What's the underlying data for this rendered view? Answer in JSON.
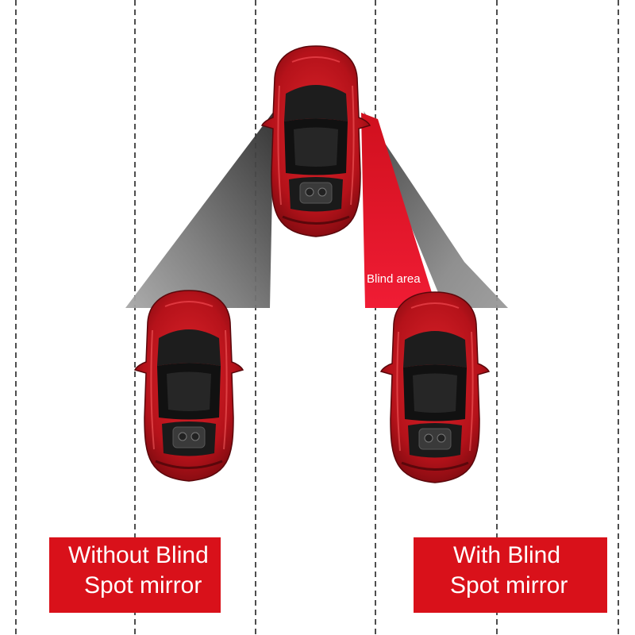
{
  "blind_label": "Blind area",
  "captions": {
    "without": {
      "line1": "Without Blind",
      "line2": "Spot mirror"
    },
    "with": {
      "line1": "With Blind",
      "line2": "Spot mirror"
    }
  },
  "colors": {
    "car_body": "#c8141c",
    "blind_area": "#e5152a",
    "mirror_view": "#8a8a8a",
    "caption_bg": "#d9111a",
    "lane_line": "#222222"
  },
  "icons": [
    "car-icon"
  ]
}
